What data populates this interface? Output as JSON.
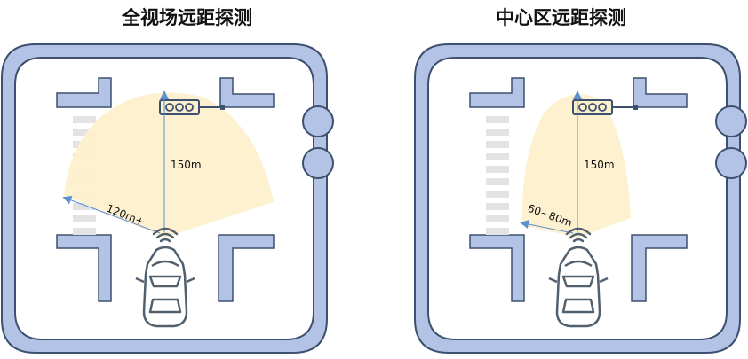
{
  "panels": [
    {
      "title": "全视场远距探测",
      "forward_range": "150m",
      "side_range": "120m+"
    },
    {
      "title": "中心区远距探测",
      "forward_range": "150m",
      "side_range": "60~80m"
    }
  ],
  "colors": {
    "road_fill": "#b3c3e5",
    "road_stroke": "#3e506f",
    "fov_fill": "#fdf0cc",
    "arrow_blue": "#5b8fd0",
    "car_stroke": "#50606f",
    "crosswalk": "#e3e3e3"
  },
  "icons": [
    "car-icon",
    "radar-waves-icon",
    "traffic-light-icon",
    "roundabout-bump-icon"
  ]
}
